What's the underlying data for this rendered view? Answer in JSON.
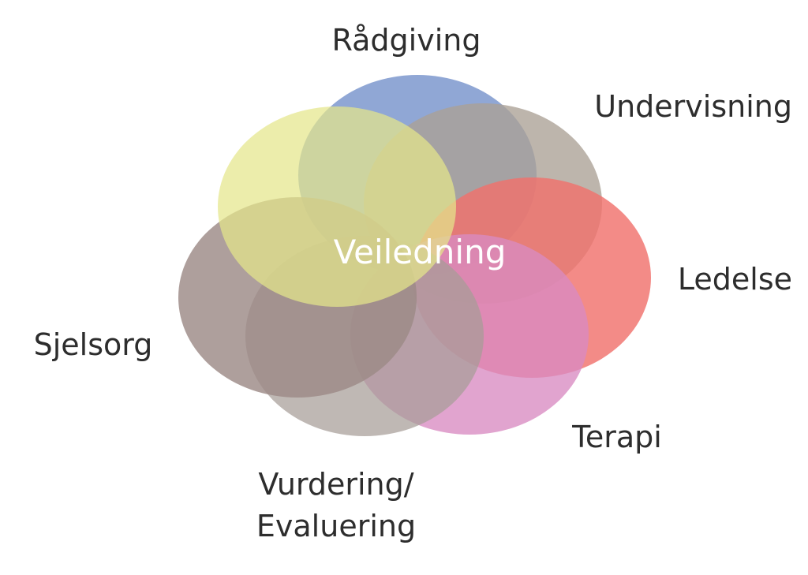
{
  "diagram": {
    "center": {
      "label": "Veiledning"
    },
    "domains": [
      {
        "id": "raadgiving",
        "lines": [
          "Rådgiving"
        ],
        "color": "#7894cc"
      },
      {
        "id": "undervisning",
        "lines": [
          "Undervisning"
        ],
        "color": "#aaa095"
      },
      {
        "id": "ledelse",
        "lines": [
          "Ledelse"
        ],
        "color": "#f0726c"
      },
      {
        "id": "terapi",
        "lines": [
          "Terapi"
        ],
        "color": "#d88ac2"
      },
      {
        "id": "vurdering",
        "lines": [
          "Vurdering/",
          "Evaluering"
        ],
        "color": "#a69d97"
      },
      {
        "id": "sjelsorg",
        "lines": [
          "Sjelsorg"
        ],
        "color": "#9c8a86"
      },
      {
        "id": "yellow",
        "lines": [],
        "color": "#e4e68a"
      }
    ]
  }
}
